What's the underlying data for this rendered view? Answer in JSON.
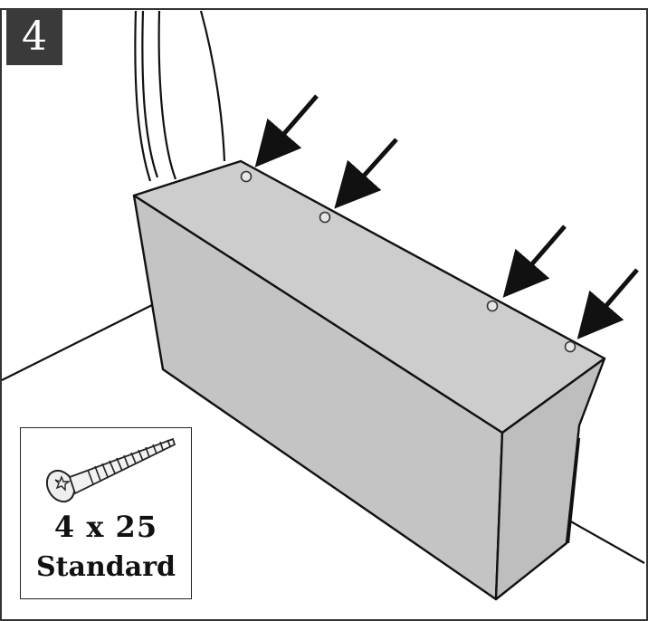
{
  "step": {
    "number": "4"
  },
  "hardware": {
    "size_label": "4 x 25",
    "type_label": "Standard"
  },
  "colors": {
    "cabinet_fill": "#c8c8c8",
    "outline": "#111111",
    "badge_bg": "#3a3a3a"
  },
  "icons": {
    "screw": "countersunk-torx-screw-icon",
    "arrow": "pointing-arrow-icon",
    "hole": "screw-hole-icon"
  }
}
